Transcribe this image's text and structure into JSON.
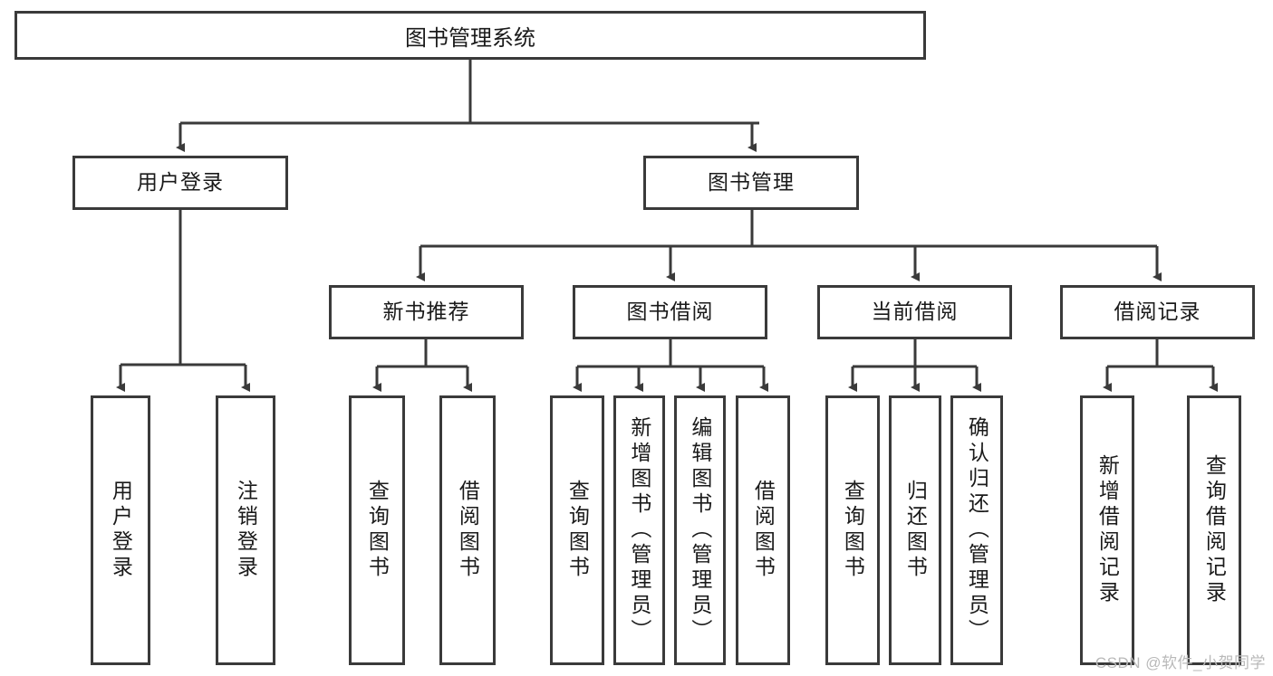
{
  "diagram": {
    "title": "图书管理系统",
    "watermark": "CSDN @软件_小贺同学",
    "line_color": "#3a3a3a",
    "background": "#ffffff",
    "text_color": "#1a1a1a",
    "watermark_color": "#b9b9b9"
  },
  "nodes": {
    "root": {
      "label": "图书管理系统"
    },
    "level2": [
      {
        "label": "用户登录"
      },
      {
        "label": "图书管理"
      }
    ],
    "level3": [
      {
        "label": "新书推荐"
      },
      {
        "label": "图书借阅"
      },
      {
        "label": "当前借阅"
      },
      {
        "label": "借阅记录"
      }
    ],
    "leaves": {
      "user_login": [
        {
          "label": "用户登录"
        },
        {
          "label": "注销登录"
        }
      ],
      "new_book": [
        {
          "label": "查询图书"
        },
        {
          "label": "借阅图书"
        }
      ],
      "book_borrow": [
        {
          "label": "查询图书"
        },
        {
          "label": "新增图书（管理员）"
        },
        {
          "label": "编辑图书（管理员）"
        },
        {
          "label": "借阅图书"
        }
      ],
      "current_borrow": [
        {
          "label": "查询图书"
        },
        {
          "label": "归还图书"
        },
        {
          "label": "确认归还（管理员）"
        }
      ],
      "borrow_record": [
        {
          "label": "新增借阅记录"
        },
        {
          "label": "查询借阅记录"
        }
      ]
    }
  }
}
